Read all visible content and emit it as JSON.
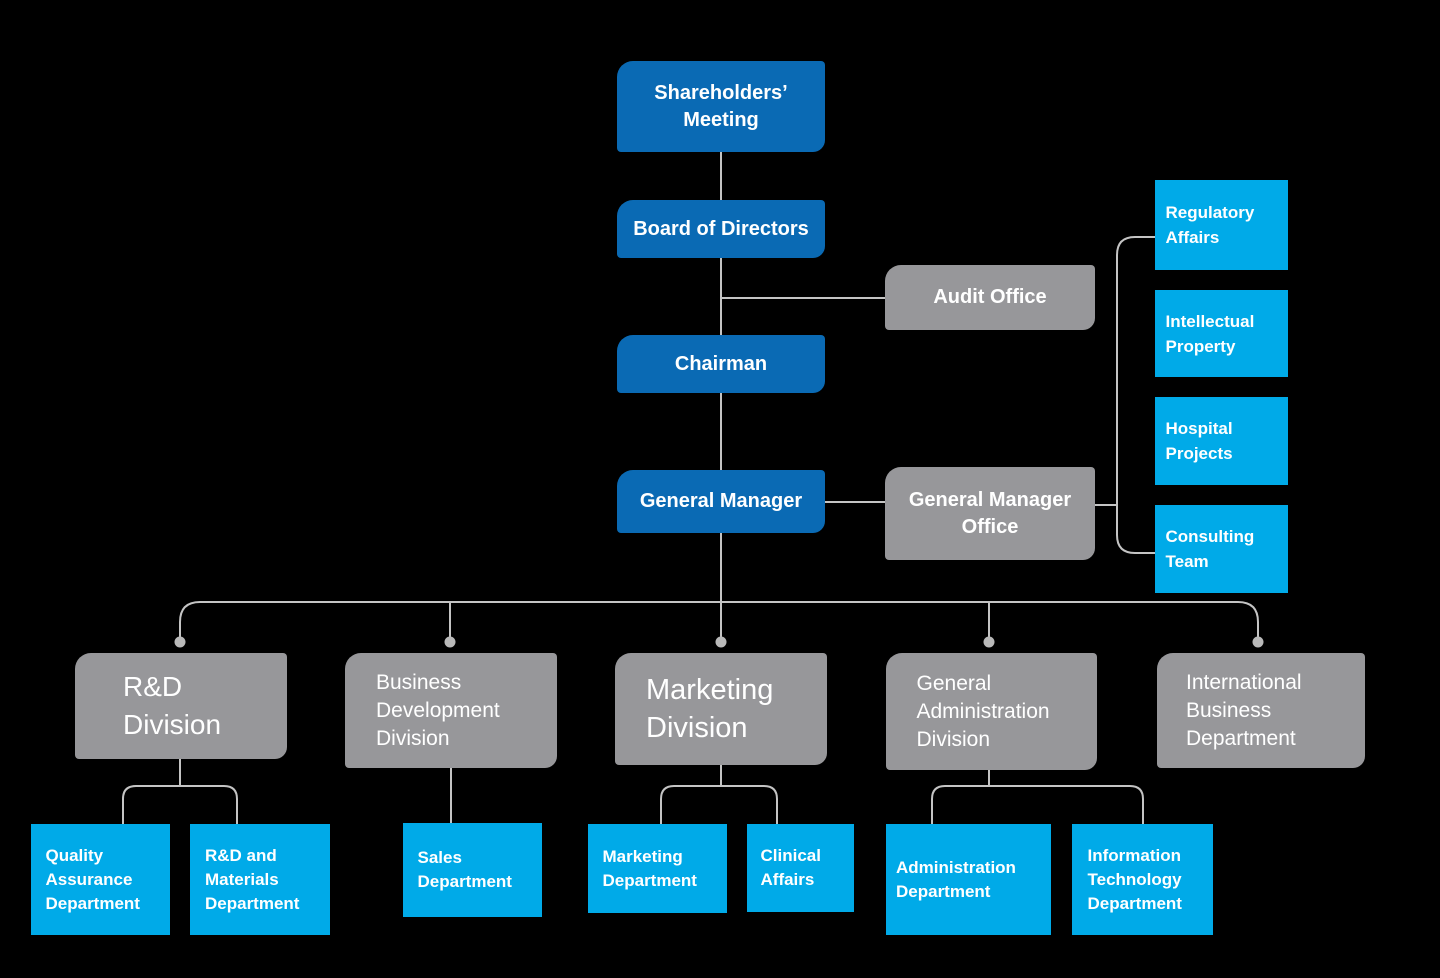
{
  "colors": {
    "background": "#000000",
    "primary_blue": "#0a6ab4",
    "light_blue": "#00aae8",
    "gray": "#97979a",
    "connector_line": "#c4c4c4",
    "connector_dot": "#b9b9b9",
    "text": "#ffffff"
  },
  "nodes": {
    "shareholders_meeting": "Shareholders’ Meeting",
    "board_of_directors": "Board of Directors",
    "audit_office": "Audit Office",
    "chairman": "Chairman",
    "general_manager": "General Manager",
    "general_manager_office": "General Manager Office",
    "regulatory_affairs": "Regulatory Affairs",
    "intellectual_property": "Intellectual Property",
    "hospital_projects": "Hospital Projects",
    "consulting_team": "Consulting Team",
    "rnd_division": "R&D Division",
    "business_development_division": "Business Development Division",
    "marketing_division": "Marketing Division",
    "general_administration_division": "General Administration Division",
    "international_business_department": "International Business Department",
    "quality_assurance_department": "Quality Assurance Department",
    "rnd_materials_department": "R&D and Materials Department",
    "sales_department": "Sales Department",
    "marketing_department": "Marketing Department",
    "clinical_affairs": "Clinical Affairs",
    "administration_department": "Administration Department",
    "information_technology_department": "Information Technology Department"
  },
  "hierarchy": {
    "chain": [
      "Shareholders’ Meeting",
      "Board of Directors",
      "Chairman",
      "General Manager"
    ],
    "board_staff": [
      "Audit Office"
    ],
    "general_manager_staff": [
      "General Manager Office"
    ],
    "general_manager_office_teams": [
      "Regulatory Affairs",
      "Intellectual Property",
      "Hospital Projects",
      "Consulting Team"
    ],
    "divisions": [
      {
        "name": "R&D Division",
        "departments": [
          "Quality Assurance Department",
          "R&D and Materials Department"
        ]
      },
      {
        "name": "Business Development Division",
        "departments": [
          "Sales Department"
        ]
      },
      {
        "name": "Marketing Division",
        "departments": [
          "Marketing Department",
          "Clinical Affairs"
        ]
      },
      {
        "name": "General Administration Division",
        "departments": [
          "Administration Department",
          "Information Technology Department"
        ]
      },
      {
        "name": "International Business Department",
        "departments": []
      }
    ]
  }
}
